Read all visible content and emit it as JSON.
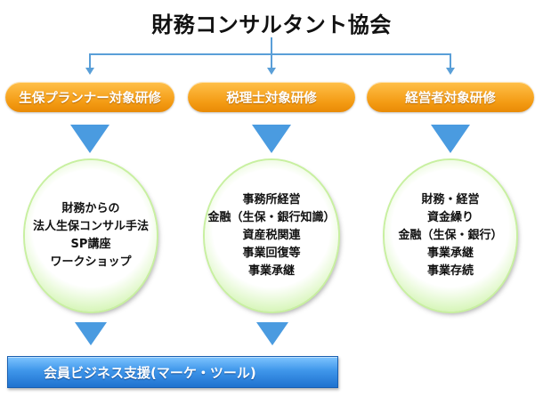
{
  "title": "財務コンサルタント協会",
  "colors": {
    "connector": "#5a9fd8",
    "pill": "#f39a12",
    "arrow": "#4a9be0",
    "circle_rim": "#a9e57a",
    "banner": "#3f96ea"
  },
  "programs": [
    {
      "label": "生保プランナー対象研修",
      "items": [
        "財務からの",
        "法人生保コンサル手法",
        "SP講座",
        "ワークショップ"
      ]
    },
    {
      "label": "税理士対象研修",
      "items": [
        "事務所経営",
        "金融（生保・銀行知識）",
        "資産税関連",
        "事業回復等",
        "事業承継"
      ]
    },
    {
      "label": "経営者対象研修",
      "items": [
        "財務・経営",
        "資金繰り",
        "金融（生保・銀行）",
        "事業承継",
        "事業存続"
      ]
    }
  ],
  "banner": "会員ビジネス支援(マーケ・ツール)"
}
